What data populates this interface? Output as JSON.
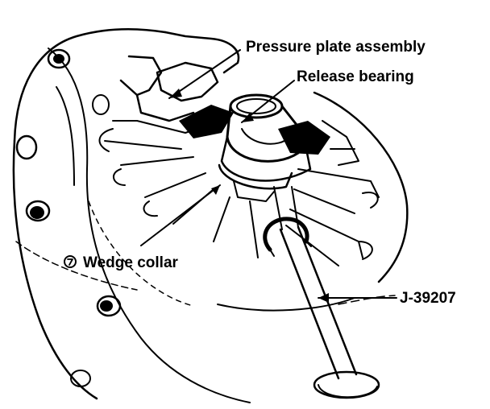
{
  "labels": {
    "pressure_plate": "Pressure plate assembly",
    "release_bearing": "Release bearing",
    "wedge_collar": "Wedge collar",
    "tool": "J-39207"
  },
  "colors": {
    "ink": "#000000",
    "paper": "#ffffff"
  },
  "icons": {
    "callout_symbol": "circled-numeral-icon"
  }
}
